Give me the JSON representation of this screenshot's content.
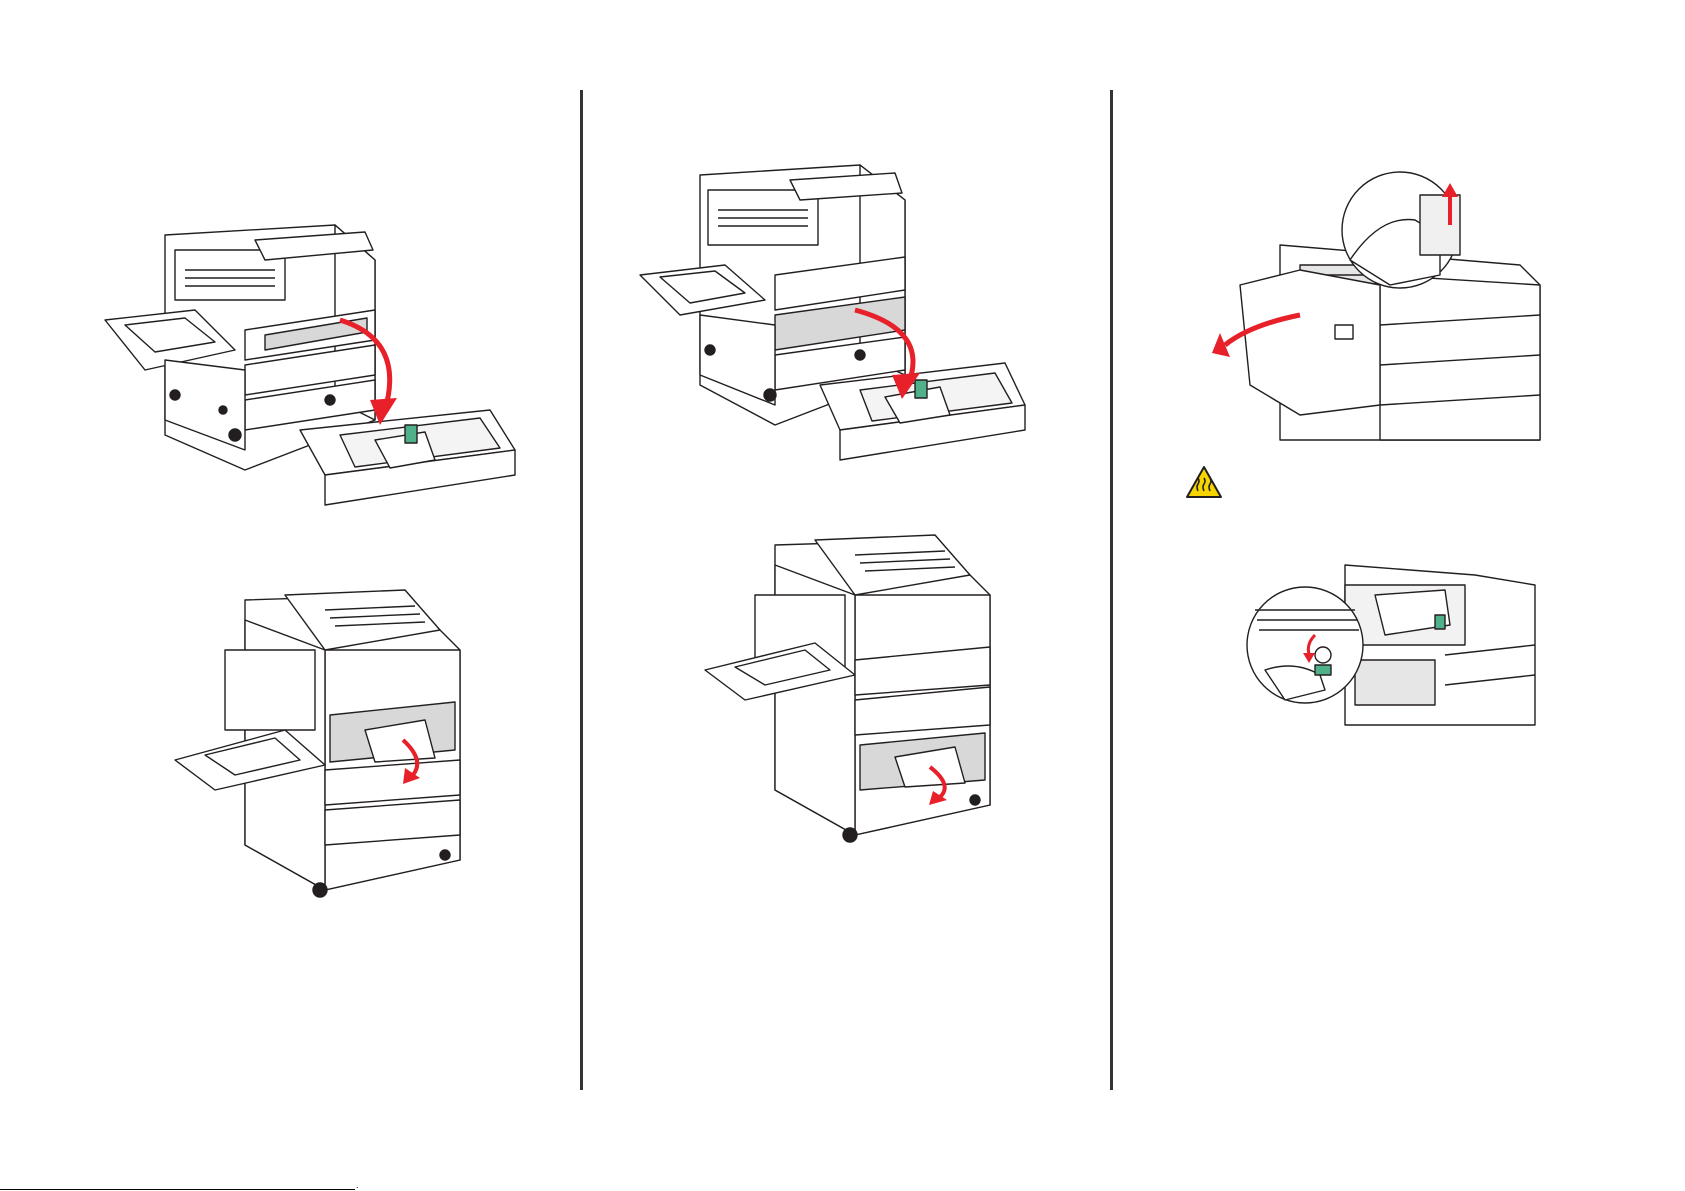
{
  "document": {
    "footer_mark": "."
  },
  "figures": [
    {
      "id": "tray-removal-left",
      "icon": "printer-with-removed-tray"
    },
    {
      "id": "tray-jam-left",
      "icon": "printer-tray-opening-jam"
    },
    {
      "id": "tray-removal-center",
      "icon": "printer-with-removed-lower-tray"
    },
    {
      "id": "tray-jam-center",
      "icon": "printer-lower-tray-jam"
    },
    {
      "id": "door-open-right",
      "icon": "printer-side-door-open-latch"
    },
    {
      "id": "hot-surface-warning",
      "icon": "hot-surface-icon"
    },
    {
      "id": "fuser-jam-right",
      "icon": "printer-fuser-knob-turn"
    }
  ],
  "colors": {
    "arrow": "#e8202a",
    "accent_green": "#4fb08a",
    "warning_yellow": "#f5d400",
    "line": "#231f20"
  }
}
